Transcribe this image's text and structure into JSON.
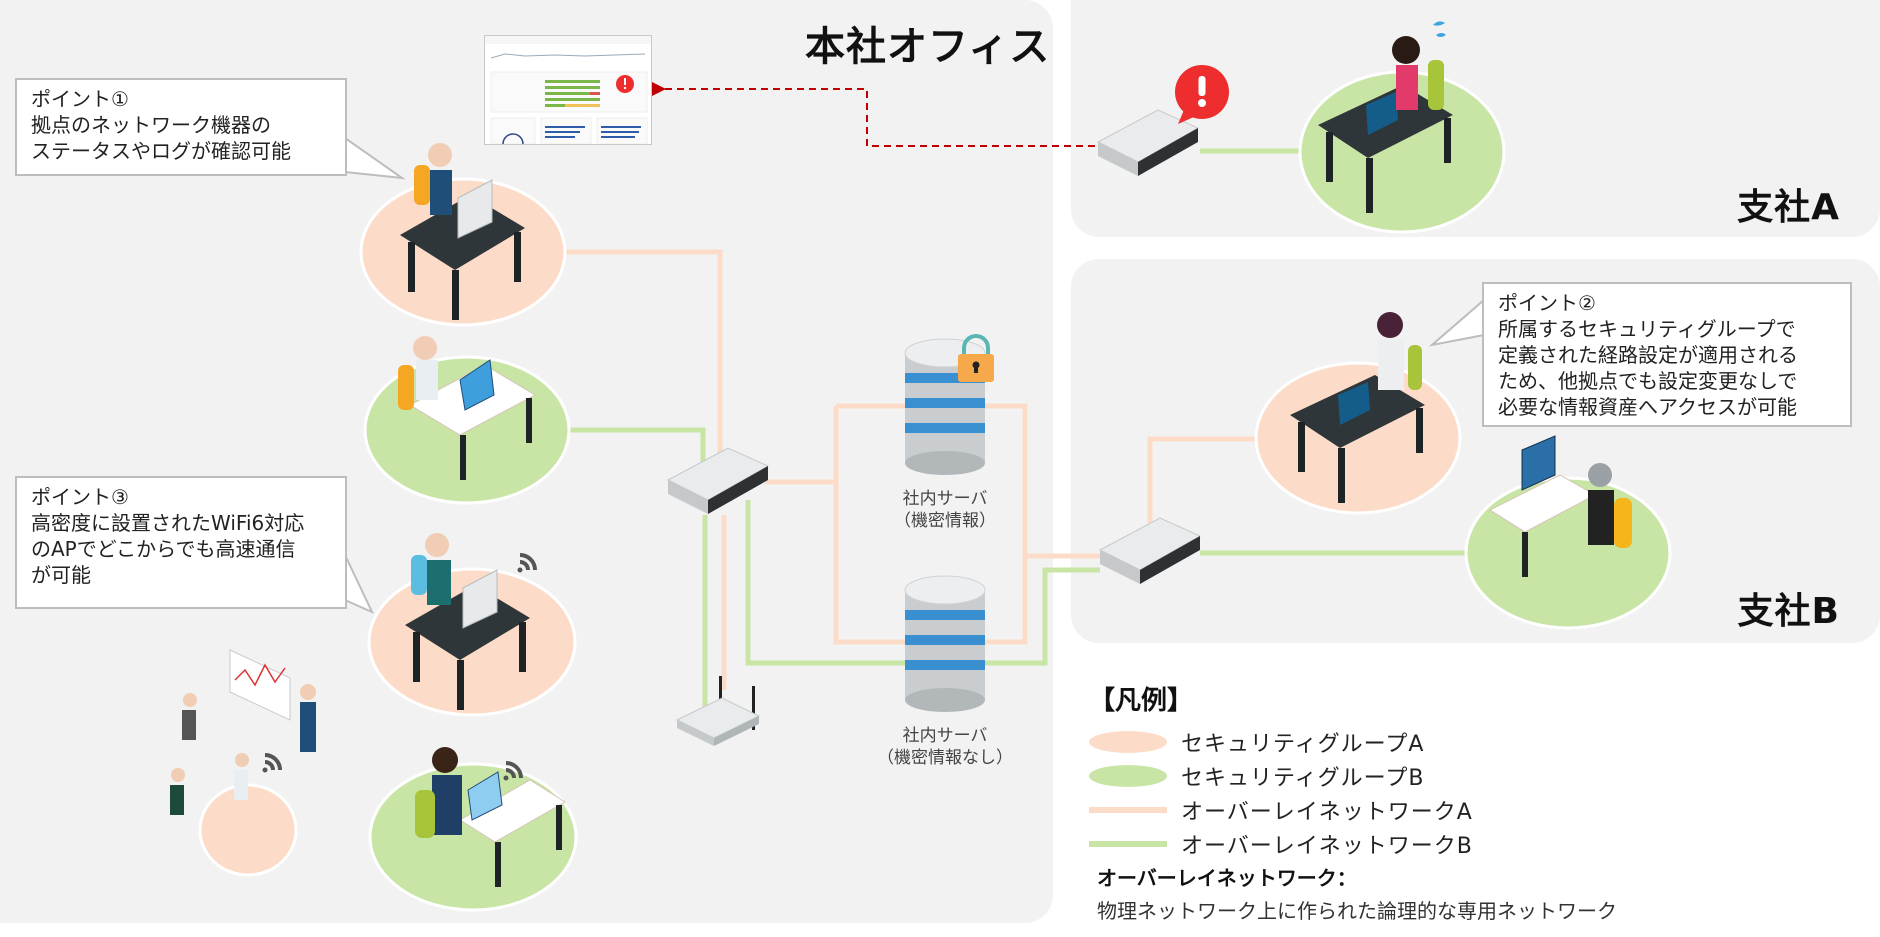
{
  "sites": {
    "main": {
      "title": "本社オフィス"
    },
    "branch_a": {
      "title": "支社A"
    },
    "branch_b": {
      "title": "支社B"
    }
  },
  "callouts": [
    {
      "id": "point1",
      "text": "ポイント①\n拠点のネットワーク機器の\nステータスやログが確認可能"
    },
    {
      "id": "point2",
      "text": "ポイント②\n所属するセキュリティグループで\n定義された経路設定が適用される\nため、他拠点でも設定変更なしで\n必要な情報資産へアクセスが可能"
    },
    {
      "id": "point3",
      "text": "ポイント③\n高密度に設置されたWiFi6対応\nのAPでどこからでも高速通信\nが可能"
    }
  ],
  "servers": [
    {
      "name": "社内サーバ",
      "label": "社内サーバ\n（機密情報）",
      "locked": true
    },
    {
      "name": "社内サーバ",
      "label": "社内サーバ\n（機密情報なし）",
      "locked": false
    }
  ],
  "legend": {
    "title": "【凡例】",
    "items": [
      {
        "label": "セキュリティグループA",
        "type": "ellipse",
        "color": "#fcdcc8"
      },
      {
        "label": "セキュリティグループB",
        "type": "ellipse",
        "color": "#c8e5a6"
      },
      {
        "label": "オーバーレイネットワークA",
        "type": "line",
        "color": "#fcdcc8"
      },
      {
        "label": "オーバーレイネットワークB",
        "type": "line",
        "color": "#c8e5a6"
      }
    ]
  },
  "note": {
    "title": "オーバーレイネットワーク：",
    "body": "物理ネットワーク上に作られた論理的な専用ネットワーク"
  },
  "colors": {
    "group_a": "#fcdcc8",
    "group_b": "#c8e5a6",
    "alert": "#ee2e2e",
    "alert_link": "#c00000",
    "panel": "#f2f2f2"
  },
  "icons": {
    "alert": "exclamation-icon",
    "lock": "padlock-icon",
    "wifi": "wifi-icon",
    "switch": "network-switch-icon",
    "access_point": "wireless-ap-icon",
    "server": "database-server-icon",
    "dashboard": "monitoring-dashboard-thumbnail"
  }
}
